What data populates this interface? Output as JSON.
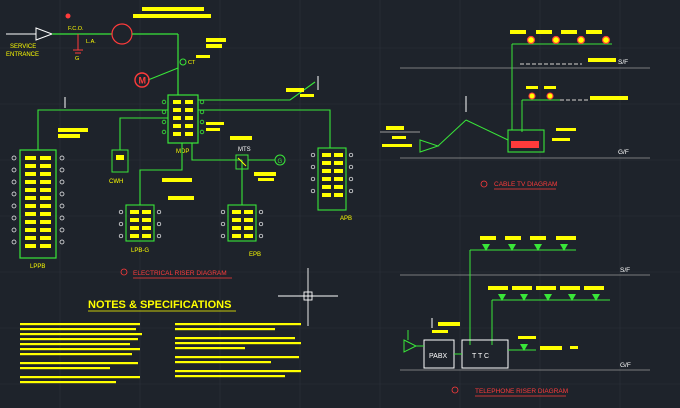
{
  "colors": {
    "background": "#1e232b",
    "wire": "#39e639",
    "label": "#ffff00",
    "red": "#ff3b3b",
    "grid": "#2b313a",
    "white": "#ffffff",
    "gray": "#9a9a9a"
  },
  "labels": {
    "service_entrance_line1": "SERVICE",
    "service_entrance_line2": "ENTRANCE",
    "fco": "F.C.O.",
    "la": "L.A.",
    "ground": "G",
    "ct": "CT",
    "meter": "M",
    "mdp": "MDP",
    "mts": "MTS",
    "gen": "G",
    "cwh": "CWH",
    "lppb": "LPPB",
    "lpb_g": "LPB-G",
    "epb": "EPB",
    "apb": "APB",
    "sf_top": "S/F",
    "gf_top": "G/F",
    "sf_bottom": "S/F",
    "gf_bottom": "G/F",
    "pabx": "PABX",
    "ttc": "T T C"
  },
  "titles": {
    "electrical_riser": "ELECTRICAL RISER DIAGRAM",
    "cable_tv": "CABLE TV DIAGRAM",
    "telephone_riser": "TELEPHONE RISER DIAGRAM",
    "notes": "NOTES & SPECIFICATIONS"
  },
  "icons": {
    "meter": "meter-circle-icon",
    "generator": "generator-circle-icon",
    "transformer": "transformer-circle-icon",
    "crosshair": "cad-crosshair-icon",
    "tv_outlet": "tv-outlet-icon",
    "phone_outlet": "telephone-outlet-icon"
  }
}
